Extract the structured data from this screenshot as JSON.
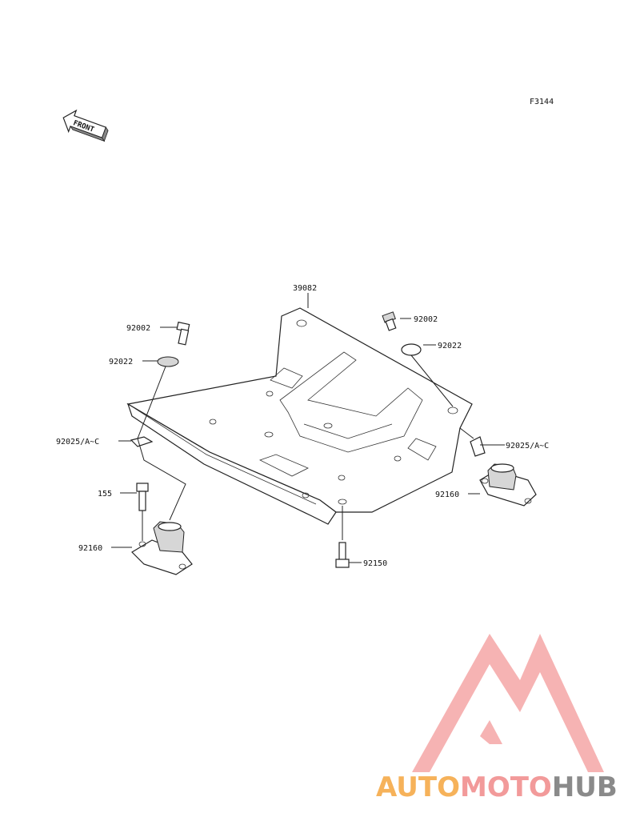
{
  "figure_code": "F3144",
  "front_label": "FRONT",
  "callouts": {
    "frame": "39082",
    "bolt_left": "92002",
    "bolt_right": "92002",
    "washer_left": "92022",
    "washer_right": "92022",
    "clip_left": "92025/A~C",
    "clip_right": "92025/A~C",
    "bolt_155": "155",
    "mount_left": "92160",
    "mount_right": "92160",
    "bolt_bottom": "92150"
  },
  "watermark": {
    "part1": "AUTO",
    "part2": "MOTO",
    "part3": "HUB",
    "colors": {
      "orange": "#f6b25a",
      "pink": "#f29a9a",
      "gray": "#8a8a8a"
    }
  }
}
